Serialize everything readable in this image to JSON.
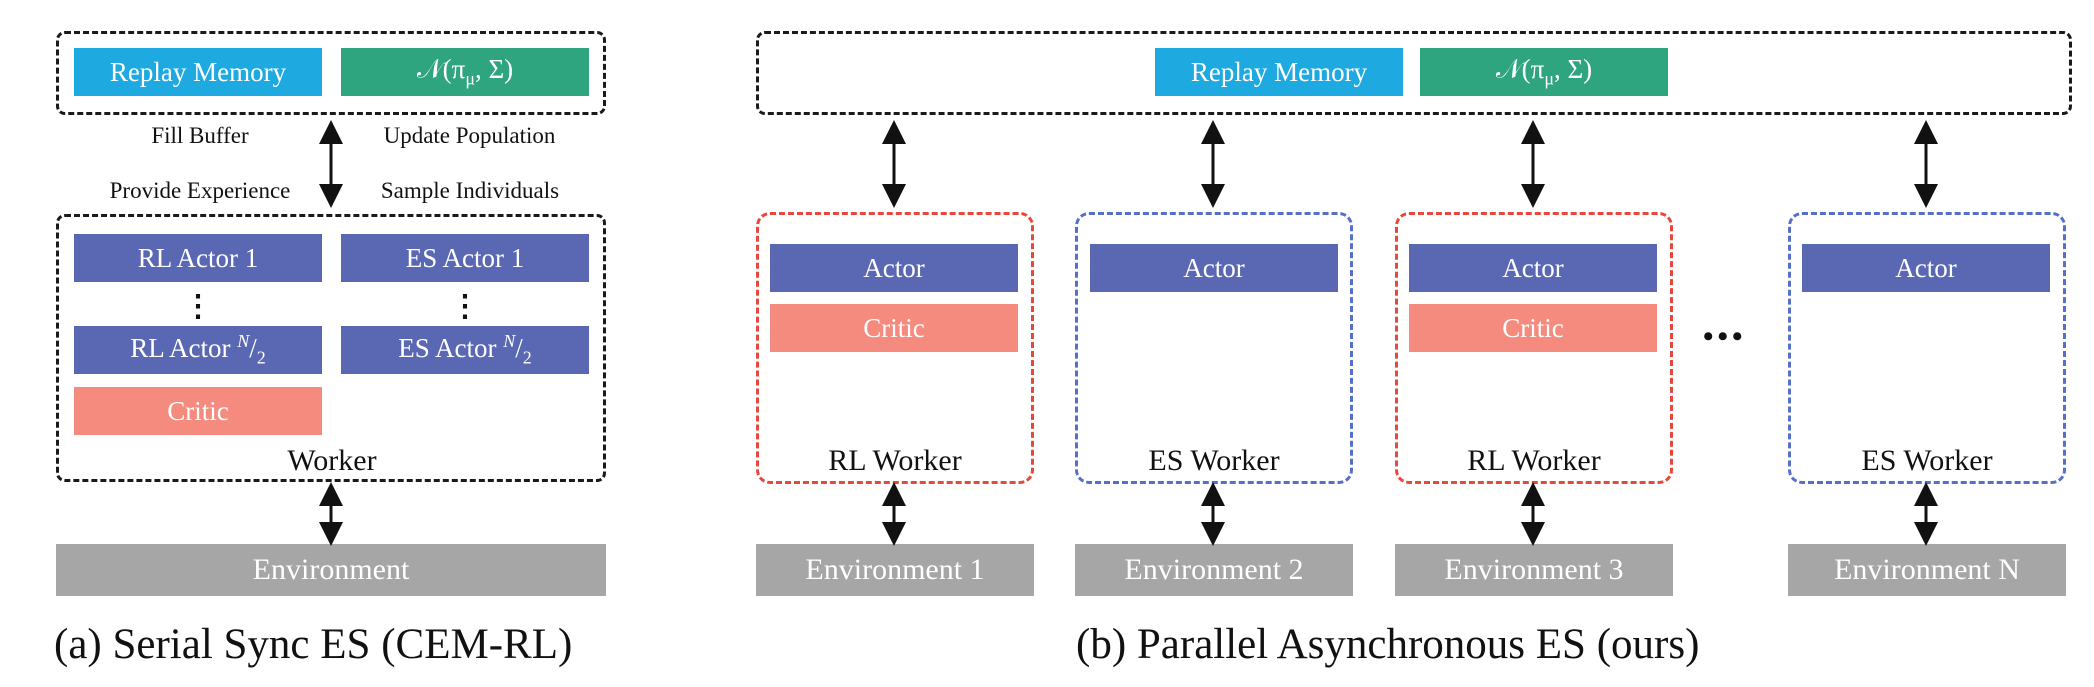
{
  "left": {
    "replay_memory": "Replay Memory",
    "normal_dist": "𝒩(π",
    "normal_dist_sub": "μ",
    "normal_dist_tail": ", Σ)",
    "fill_buffer": "Fill Buffer",
    "update_population": "Update Population",
    "provide_experience": "Provide Experience",
    "sample_individuals": "Sample Individuals",
    "rl_actor_1": "RL Actor 1",
    "es_actor_1": "ES Actor 1",
    "vdots": "⋮",
    "rl_actor_n_prefix": "RL Actor ",
    "es_actor_n_prefix": "ES Actor ",
    "frac_num": "N",
    "frac_den": "2",
    "frac_slash": "/",
    "critic": "Critic",
    "worker": "Worker",
    "environment": "Environment",
    "caption": "(a) Serial Sync ES (CEM-RL)"
  },
  "right": {
    "replay_memory": "Replay Memory",
    "normal_dist": "𝒩(π",
    "normal_dist_sub": "μ",
    "normal_dist_tail": ", Σ)",
    "workers": [
      {
        "actor": "Actor",
        "critic": "Critic",
        "label": "RL Worker",
        "env": "Environment 1"
      },
      {
        "actor": "Actor",
        "critic": "",
        "label": "ES Worker",
        "env": "Environment 2"
      },
      {
        "actor": "Actor",
        "critic": "Critic",
        "label": "RL Worker",
        "env": "Environment 3"
      },
      {
        "actor": "Actor",
        "critic": "",
        "label": "ES Worker",
        "env": "Environment N"
      }
    ],
    "ellipsis": "•••",
    "caption": "(b) Parallel Asynchronous ES (ours)"
  },
  "colors": {
    "replay_memory": "#1fa9e1",
    "normal_dist": "#2ea57e",
    "actor": "#5a67b2",
    "critic": "#f48b7e",
    "environment": "#a6a6a6",
    "rl_worker_border": "#e8483c",
    "es_worker_border": "#5570c8"
  }
}
